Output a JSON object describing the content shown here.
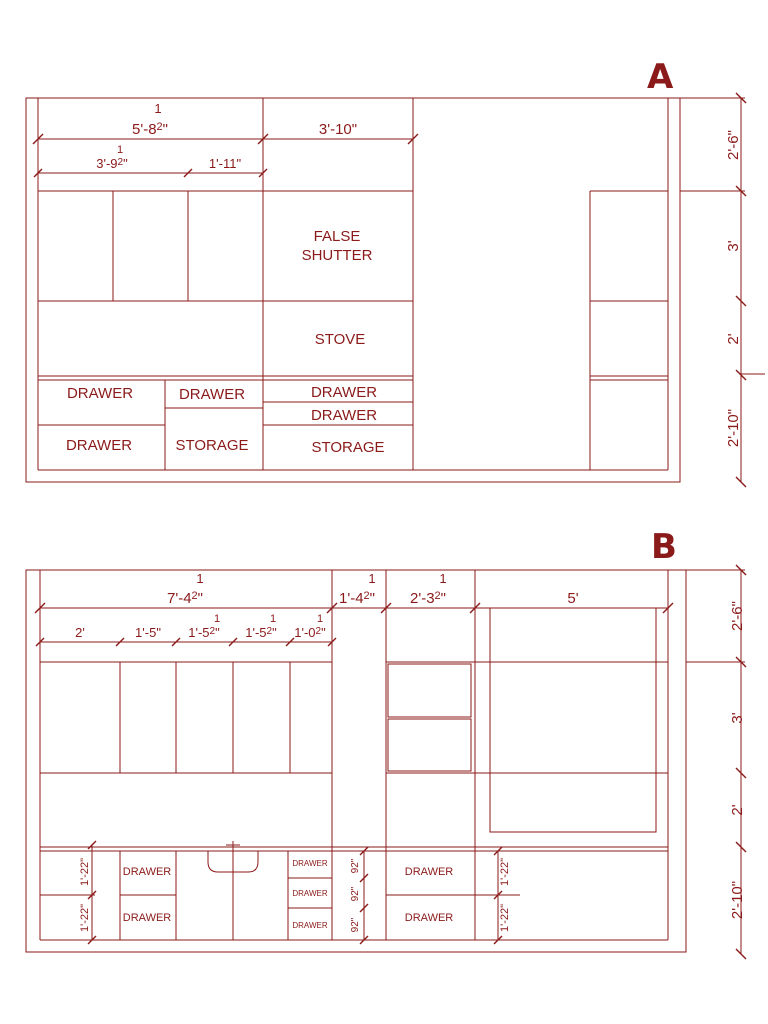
{
  "color": "#8b1a1a",
  "elevation_a": {
    "title": "A",
    "top_dims": {
      "overall_left": "5'-8",
      "overall_left_frac": "1",
      "overall_left_den": "2",
      "overall_left_suffix": "\"",
      "right": "3'-10\"",
      "sub_a": "3'-9",
      "sub_a_frac": "1",
      "sub_a_den": "2",
      "sub_a_suffix": "\"",
      "sub_b": "1'-11\""
    },
    "labels": {
      "false_shutter_1": "FALSE",
      "false_shutter_2": "SHUTTER",
      "stove": "STOVE",
      "drawer": "DRAWER",
      "storage": "STORAGE"
    },
    "side_dims": [
      "2'-6\"",
      "3'",
      "2'",
      "2'-10\""
    ]
  },
  "elevation_b": {
    "title": "B",
    "top_dims": {
      "overall": "7'-4",
      "d2": "1'-4",
      "d3": "2'-3",
      "d4": "5'",
      "s1": "2'",
      "s2": "1'-5\"",
      "s3": "1'-5",
      "s4": "1'-5",
      "s5": "1'-0",
      "frac": "1",
      "den": "2",
      "suffix": "\""
    },
    "labels": {
      "drawer_upper": "DRAWER",
      "drawer": "DRAWER"
    },
    "small_dims": {
      "a": "1'-2",
      "b": "9",
      "frac": "1",
      "den": "2",
      "suffix": "\""
    },
    "side_dims": [
      "2'-6\"",
      "3'",
      "2'",
      "2'-10\""
    ]
  }
}
